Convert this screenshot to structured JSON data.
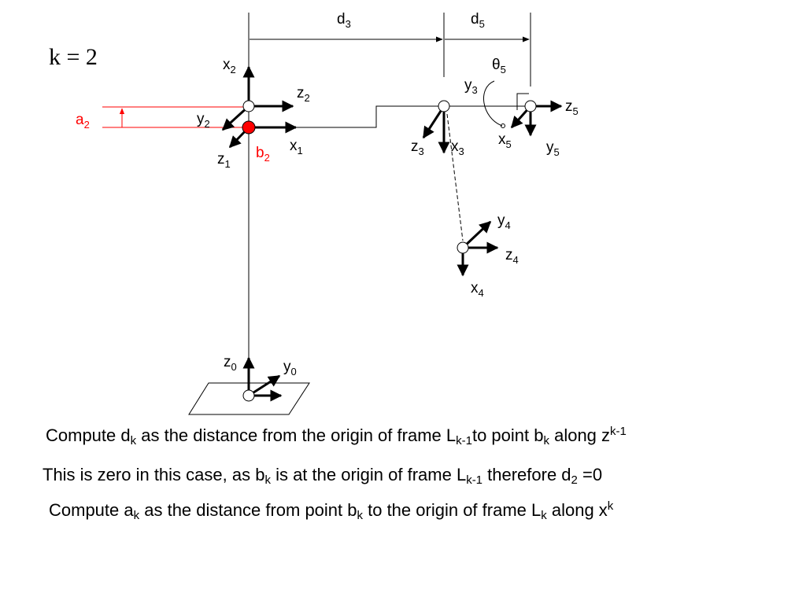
{
  "k_label": "k = 2",
  "dimensions": {
    "d3": {
      "base": "d",
      "sub": "3"
    },
    "d5": {
      "base": "d",
      "sub": "5"
    },
    "a2": {
      "base": "a",
      "sub": "2"
    }
  },
  "angle": {
    "base": "θ",
    "sub": "5"
  },
  "points": {
    "b2": {
      "base": "b",
      "sub": "2"
    }
  },
  "frames": {
    "f0": {
      "z": {
        "base": "z",
        "sub": "0"
      },
      "y": {
        "base": "y",
        "sub": "0"
      }
    },
    "f1": {
      "x": {
        "base": "x",
        "sub": "1"
      },
      "z": {
        "base": "z",
        "sub": "1"
      }
    },
    "f2": {
      "x": {
        "base": "x",
        "sub": "2"
      },
      "y": {
        "base": "y",
        "sub": "2"
      },
      "z": {
        "base": "z",
        "sub": "2"
      }
    },
    "f3": {
      "y": {
        "base": "y",
        "sub": "3"
      },
      "z": {
        "base": "z",
        "sub": "3"
      },
      "x": {
        "base": "x",
        "sub": "3"
      }
    },
    "f4": {
      "y": {
        "base": "y",
        "sub": "4"
      },
      "z": {
        "base": "z",
        "sub": "4"
      },
      "x": {
        "base": "x",
        "sub": "4"
      }
    },
    "f5": {
      "z": {
        "base": "z",
        "sub": "5"
      },
      "x": {
        "base": "x",
        "sub": "5"
      },
      "y": {
        "base": "y",
        "sub": "5"
      }
    }
  },
  "colors": {
    "highlight": "#ff0000",
    "ink": "#000000"
  },
  "captions": {
    "line1": {
      "p1": "Compute d",
      "s1": "k",
      "p2": " as the distance from the origin of frame L",
      "s2": "k-1",
      "p3": "to point b",
      "s3": "k",
      "p4": " along z",
      "sup1": "k-1"
    },
    "line2": {
      "p1": "This is zero in this case, as  b",
      "s1": "k",
      "p2": " is at the origin of frame L",
      "s2": "k-1",
      "p3": " therefore d",
      "s3": "2",
      "p4": " =0"
    },
    "line3": {
      "p1": "Compute a",
      "s1": "k",
      "p2": " as the distance from point b",
      "s2": "k",
      "p3": " to the origin of frame L",
      "s3": "k",
      "p4": " along x",
      "sup1": "k"
    }
  }
}
